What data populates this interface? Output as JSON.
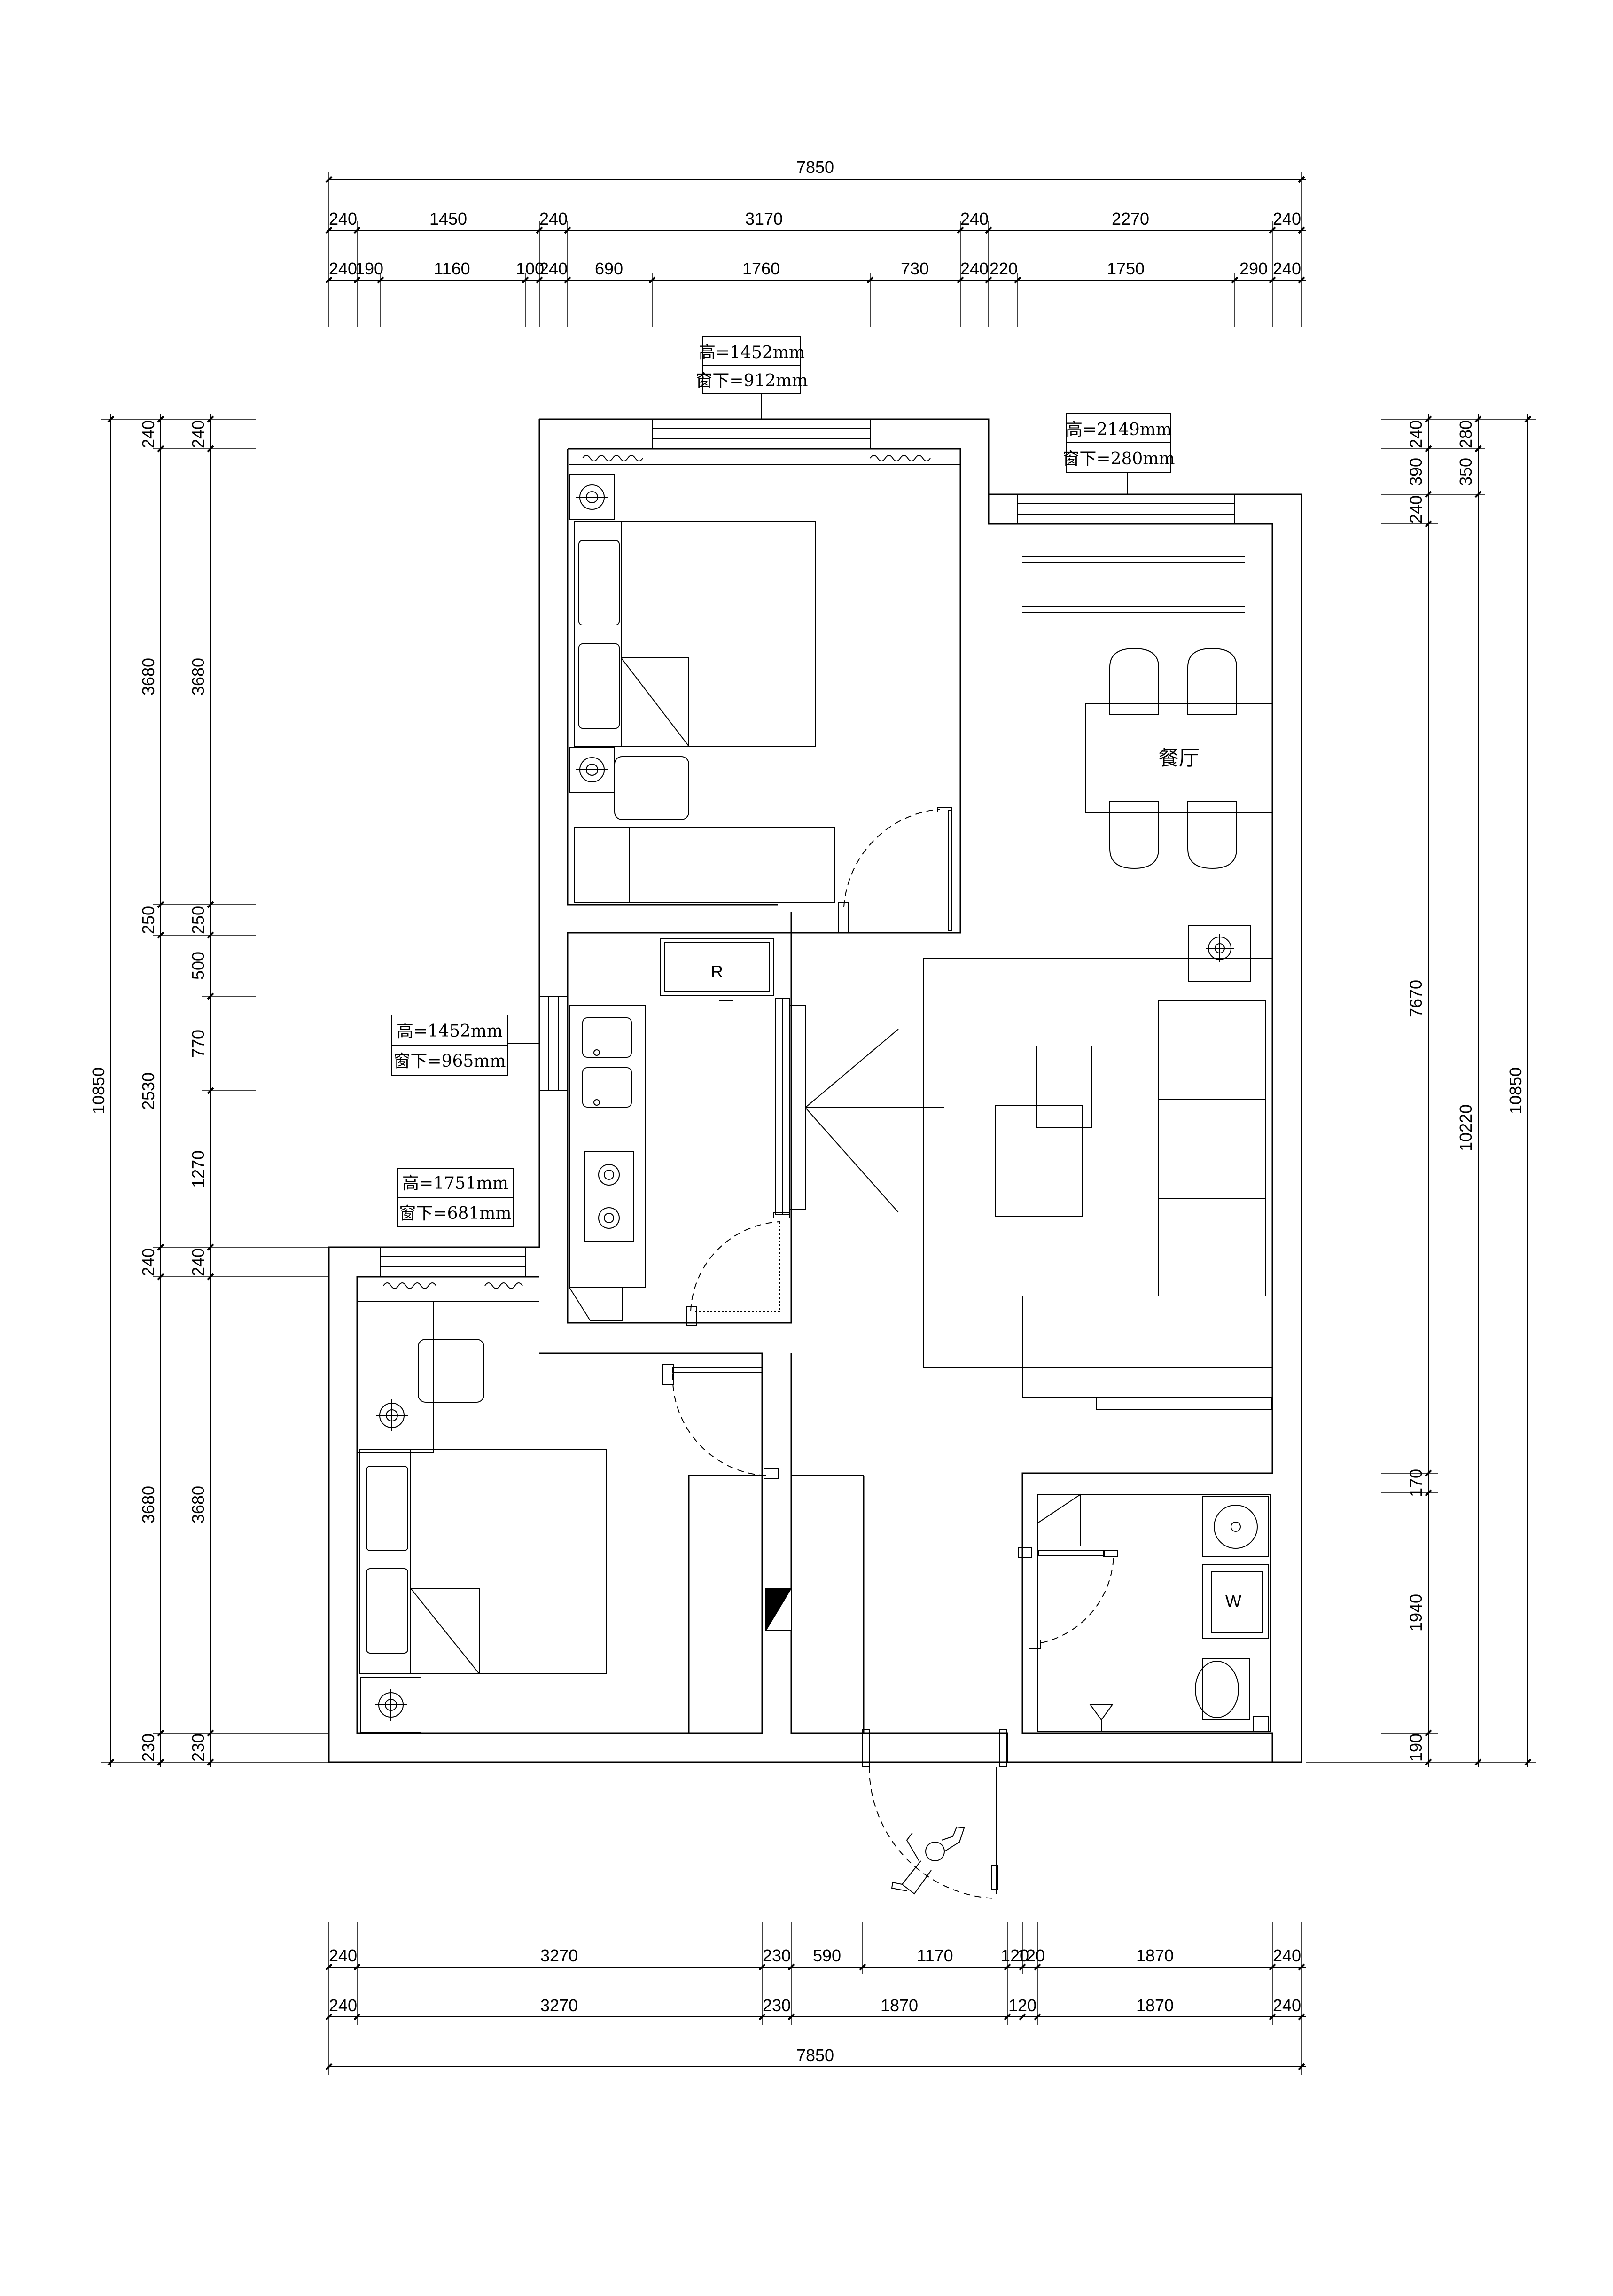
{
  "dims": {
    "top": {
      "total": "7850",
      "row1": [
        "240",
        "1450",
        "240",
        "3170",
        "240",
        "2270",
        "240"
      ],
      "row2": [
        "240",
        "190",
        "1160",
        "100",
        "240",
        "690",
        "1760",
        "730",
        "240",
        "220",
        "1750",
        "290",
        "240"
      ]
    },
    "bottom": {
      "row1": [
        "240",
        "3270",
        "230",
        "590",
        "1170",
        "120",
        "120",
        "1870",
        "240"
      ],
      "row2": [
        "240",
        "3270",
        "230",
        "1870",
        "120",
        "1870",
        "240"
      ],
      "total": "7850"
    },
    "left": {
      "total": "10850",
      "outer": [
        "240",
        "3680",
        "250",
        "2530",
        "240",
        "3680",
        "230"
      ],
      "inner": [
        "240",
        "3680",
        "250",
        "500",
        "770",
        "1270",
        "240",
        "3680",
        "230"
      ]
    },
    "right": {
      "inner": [
        "240",
        "390",
        "240",
        "7670",
        "170",
        "1940",
        "190"
      ],
      "mid": [
        "280",
        "350",
        "10220"
      ],
      "total": "10850"
    }
  },
  "windows": [
    {
      "height": "高=1452mm",
      "sill": "窗下=912mm"
    },
    {
      "height": "高=2149mm",
      "sill": "窗下=280mm"
    },
    {
      "height": "高=1452mm",
      "sill": "窗下=965mm"
    },
    {
      "height": "高=1751mm",
      "sill": "窗下=681mm"
    }
  ],
  "rooms": {
    "dining": "餐厅"
  },
  "fridge_mark": "R",
  "washer_mark": "W"
}
